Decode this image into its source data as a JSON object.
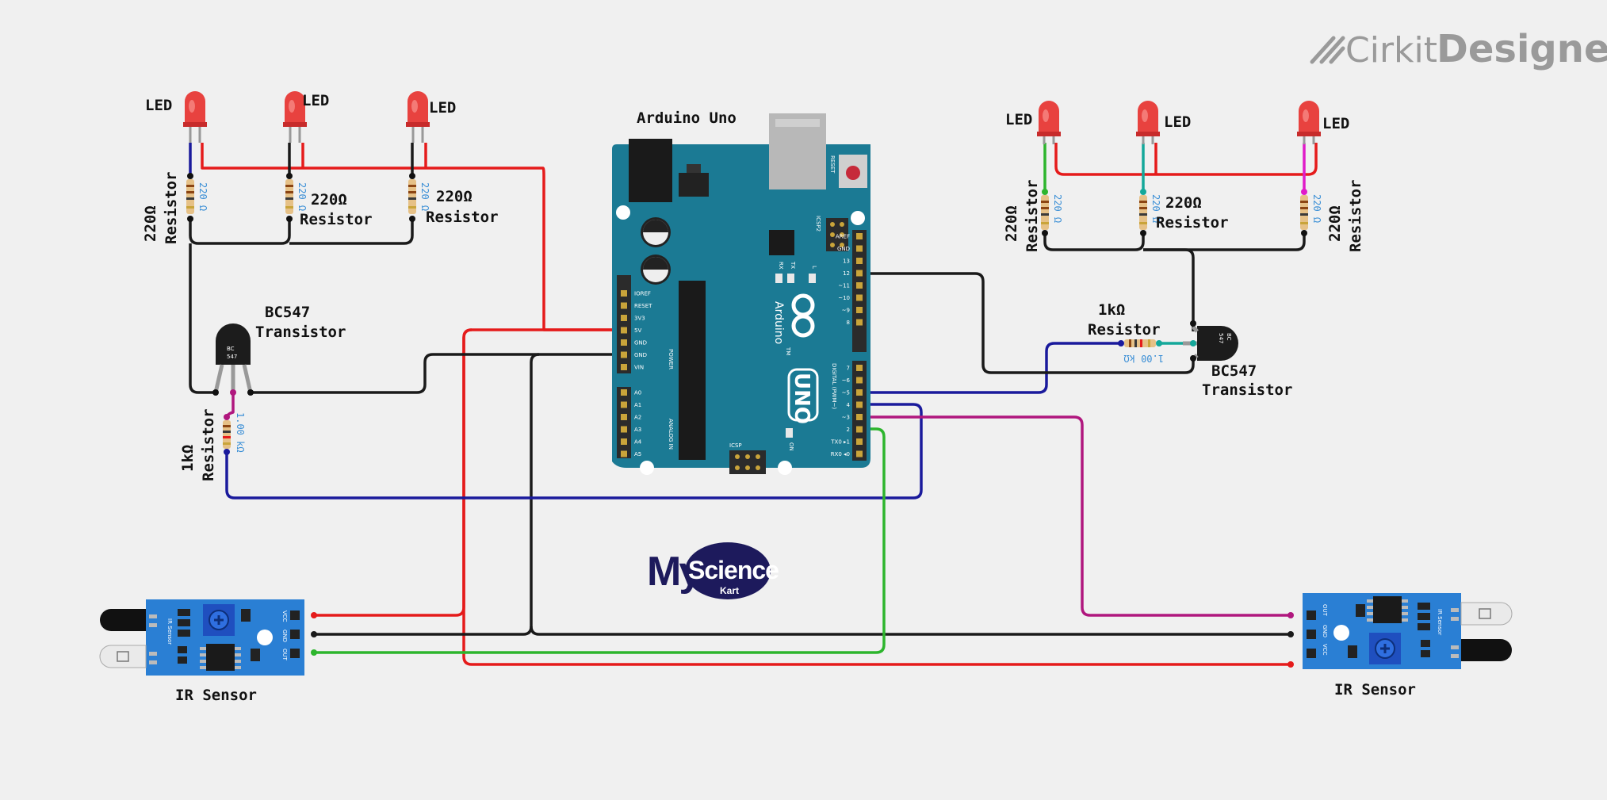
{
  "brand": {
    "cirkit": "Cirkit",
    "designer": "Designer"
  },
  "arduino": {
    "title": "Arduino Uno",
    "reset": "RESET",
    "icsp2": "ICSP2",
    "icsp": "ICSP",
    "uno": "UNO",
    "arduino_text": "Arduino",
    "tm": "TM",
    "rx": "RX",
    "tx": "TX",
    "l": "L",
    "on": "ON",
    "power": "POWER",
    "analog_in": "ANALOG IN",
    "digital": "DIGITAL (PWM~)",
    "left_pins": [
      "IOREF",
      "RESET",
      "3V3",
      "5V",
      "GND",
      "GND",
      "VIN"
    ],
    "analog_pins": [
      "A0",
      "A1",
      "A2",
      "A3",
      "A4",
      "A5"
    ],
    "top_right_pins": [
      "AREF",
      "GND",
      "13",
      "12",
      "~11",
      "~10",
      "~9",
      "8"
    ],
    "bottom_right_pins": [
      "7",
      "~6",
      "~5",
      "4",
      "~3",
      "2",
      "TX0 ▸1",
      "RX0 ◂0"
    ]
  },
  "left_group": {
    "leds": [
      "LED",
      "LED",
      "LED"
    ],
    "res1_a": "220Ω",
    "res1_b": "Resistor",
    "res1_val": "220 Ω",
    "res2_a": "220Ω",
    "res2_b": "Resistor",
    "res2_val": "220 Ω",
    "res3_a": "220Ω",
    "res3_b": "Resistor",
    "res3_val": "220 Ω",
    "transistor_a": "BC547",
    "transistor_b": "Transistor",
    "transistor_chip": [
      "BC",
      "547"
    ],
    "base_res_a": "1kΩ",
    "base_res_b": "Resistor",
    "base_res_val": "1.00 kΩ"
  },
  "right_group": {
    "leds": [
      "LED",
      "LED",
      "LED"
    ],
    "res1_a": "220Ω",
    "res1_b": "Resistor",
    "res1_val": "220 Ω",
    "res2_a": "220Ω",
    "res2_b": "Resistor",
    "res2_val": "220 Ω",
    "res3_a": "220Ω",
    "res3_b": "Resistor",
    "res3_val": "220 Ω",
    "transistor_a": "BC547",
    "transistor_b": "Transistor",
    "transistor_chip": [
      "BC",
      "547"
    ],
    "base_res_a": "1kΩ",
    "base_res_b": "Resistor",
    "base_res_val": "1.00 kΩ"
  },
  "ir_left": {
    "label": "IR Sensor",
    "board": "IR Sensor",
    "pins": [
      "VCC",
      "GND",
      "OUT"
    ]
  },
  "ir_right": {
    "label": "IR Sensor",
    "board": "IR Sensor",
    "pins": [
      "OUT",
      "GND",
      "VCC"
    ]
  },
  "logo": {
    "my": "My",
    "science": "Science",
    "kart": "Kart"
  },
  "colors": {
    "board": "#1b7a94",
    "red_wire": "#e51b1b",
    "black_wire": "#1a1a1a",
    "blue_wire": "#1a1a9c",
    "purple_wire": "#b0177e",
    "green_wire": "#2db52d",
    "teal_wire": "#14a89a",
    "sensor": "#2a7fd4"
  }
}
